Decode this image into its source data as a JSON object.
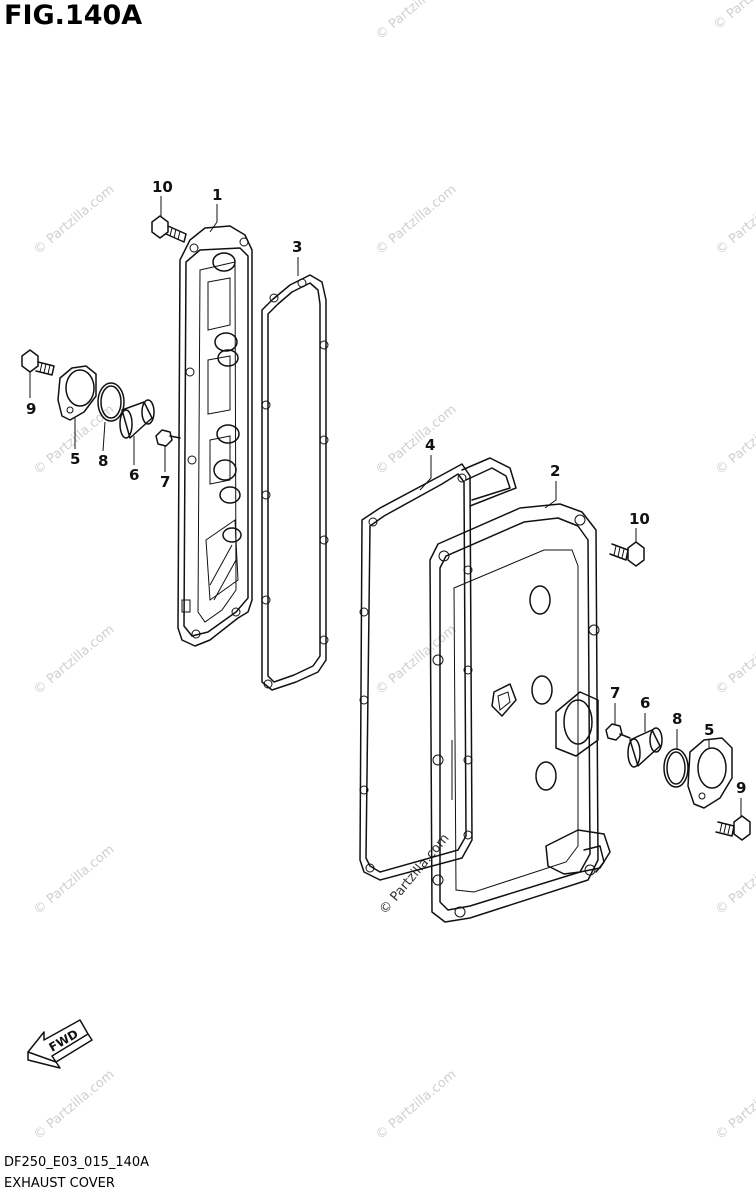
{
  "figure": {
    "title": "FIG.140A",
    "code": "DF250_E03_015_140A",
    "name": "EXHAUST COVER",
    "fwd_label": "FWD"
  },
  "watermark": {
    "text": "© Partzilla.com"
  },
  "callouts": {
    "left_cover": "1",
    "right_cover": "2",
    "left_gasket": "3",
    "right_gasket": "4",
    "left_cap": "5",
    "left_oring": "8",
    "left_plug": "6",
    "left_bolt": "7",
    "left_cap_bolt": "9",
    "left_top_bolt": "10",
    "right_top_bolt": "10",
    "right_bolt": "7",
    "right_plug": "6",
    "right_oring": "8",
    "right_cap": "5",
    "right_cap_bolt": "9"
  }
}
